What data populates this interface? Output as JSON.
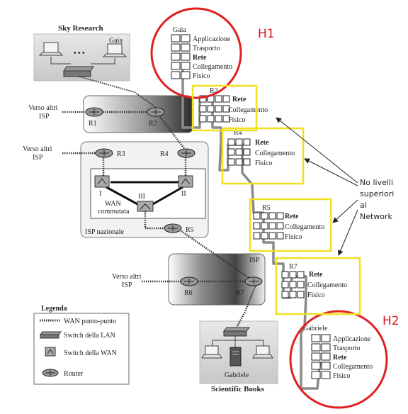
{
  "site_top": {
    "title": "Sky Research",
    "user": "Gaia",
    "dots": "• • •"
  },
  "site_bottom": {
    "title": "Scientific Books",
    "user": "Gabriele"
  },
  "toward_other_isp": [
    "Verso altri",
    "ISP"
  ],
  "routers": {
    "r1": "R1",
    "r2": "R2",
    "r3": "R3",
    "r4": "R4",
    "r5": "R5",
    "r6": "R6",
    "r7": "R7"
  },
  "wan": {
    "label": [
      "WAN",
      "commutata"
    ],
    "switches": {
      "s1": "I",
      "s2": "II",
      "s3": "III"
    }
  },
  "isp_nazionale": "ISP nazionale",
  "isp_small": "ISP",
  "legend": {
    "title": "Legenda",
    "items": [
      "WAN punto-punto",
      "Switch della LAN",
      "Switch della WAN",
      "Router"
    ]
  },
  "stacks": {
    "h1": {
      "name": "Gaia",
      "layers": [
        "Applicazione",
        "Trasporto",
        "Rete",
        "Collegamento",
        "Fisico"
      ]
    },
    "h2": {
      "name": "Gabriele",
      "layers": [
        "Applicazione",
        "Trasporto",
        "Rete",
        "Collegamento",
        "Fisico"
      ]
    },
    "r2": {
      "name": "R2",
      "layers": [
        "Rete",
        "Collegamento",
        "Fisico"
      ]
    },
    "r4": {
      "name": "R4",
      "layers": [
        "Rete",
        "Collegamento",
        "Fisico"
      ]
    },
    "r5": {
      "name": "R5",
      "layers": [
        "Rete",
        "Collegamento",
        "Fisico"
      ]
    },
    "r7": {
      "name": "R7",
      "layers": [
        "Rete",
        "Collegamento",
        "Fisico"
      ]
    }
  },
  "annotations": {
    "h1": "H1",
    "h2": "H2",
    "note": [
      "No livelli",
      "superiori",
      "al",
      "Network"
    ]
  },
  "colors": {
    "host_circle": "#e02020",
    "router_box": "#f0e020",
    "path": "#888888",
    "annot_text": "#d01818"
  }
}
